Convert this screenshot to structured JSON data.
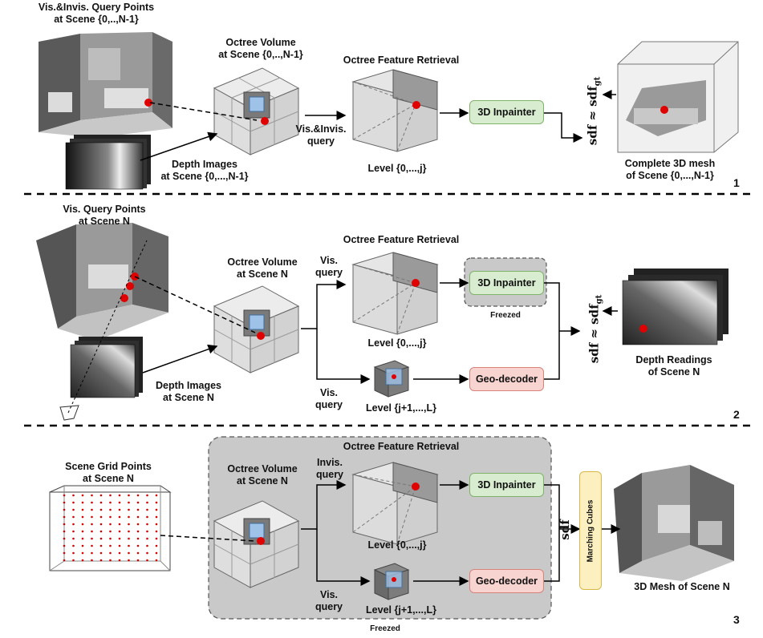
{
  "panel1": {
    "number": "1",
    "query_points": [
      "Vis.&Invis. Query Points",
      "at Scene {0,..,N-1}"
    ],
    "octree_volume": [
      "Octree Volume",
      "at Scene {0,..,N-1}"
    ],
    "feature_retrieval": "Octree Feature Retrieval",
    "query_label": [
      "Vis.&Invis.",
      "query"
    ],
    "depth_images": [
      "Depth Images",
      "at Scene {0,...,N-1}"
    ],
    "level": "Level {0,...,j}",
    "inpainter": "3D Inpainter",
    "sdf": "sdf ≈ sdf",
    "sdf_sub": "gt",
    "complete_mesh": [
      "Complete 3D mesh",
      "of Scene {0,...,N-1}"
    ]
  },
  "panel2": {
    "number": "2",
    "query_points": [
      "Vis. Query Points",
      "at Scene N"
    ],
    "octree_volume": [
      "Octree Volume",
      "at Scene N"
    ],
    "feature_retrieval": "Octree Feature Retrieval",
    "vis_query_top": [
      "Vis.",
      "query"
    ],
    "vis_query_bottom": [
      "Vis.",
      "query"
    ],
    "depth_images": [
      "Depth Images",
      "at Scene N"
    ],
    "level_top": "Level {0,...,j}",
    "level_bottom": "Level {j+1,...,L}",
    "inpainter": "3D Inpainter",
    "freezed": "Freezed",
    "geo_decoder": "Geo-decoder",
    "sdf": "sdf ≈ sdf",
    "sdf_sub": "gt",
    "depth_readings": [
      "Depth Readings",
      "of Scene N"
    ]
  },
  "panel3": {
    "number": "3",
    "grid_points": [
      "Scene Grid Points",
      "at Scene N"
    ],
    "octree_volume": [
      "Octree Volume",
      "at Scene N"
    ],
    "feature_retrieval": "Octree Feature Retrieval",
    "invis_query": [
      "Invis.",
      "query"
    ],
    "vis_query": [
      "Vis.",
      "query"
    ],
    "level_top": "Level {0,...,j}",
    "level_bottom": "Level {j+1,...,L}",
    "inpainter": "3D Inpainter",
    "geo_decoder": "Geo-decoder",
    "freezed": "Freezed",
    "sdf": "sdf",
    "marching_cubes": "Marching Cubes",
    "mesh": "3D Mesh of Scene N"
  },
  "colors": {
    "inpainter_fill": "#d8ecd0",
    "geo_fill": "#f8d4d0",
    "marching_fill": "#fdf0c0",
    "query_point": "#e00000",
    "frozen_region": "#c9c9c9"
  }
}
